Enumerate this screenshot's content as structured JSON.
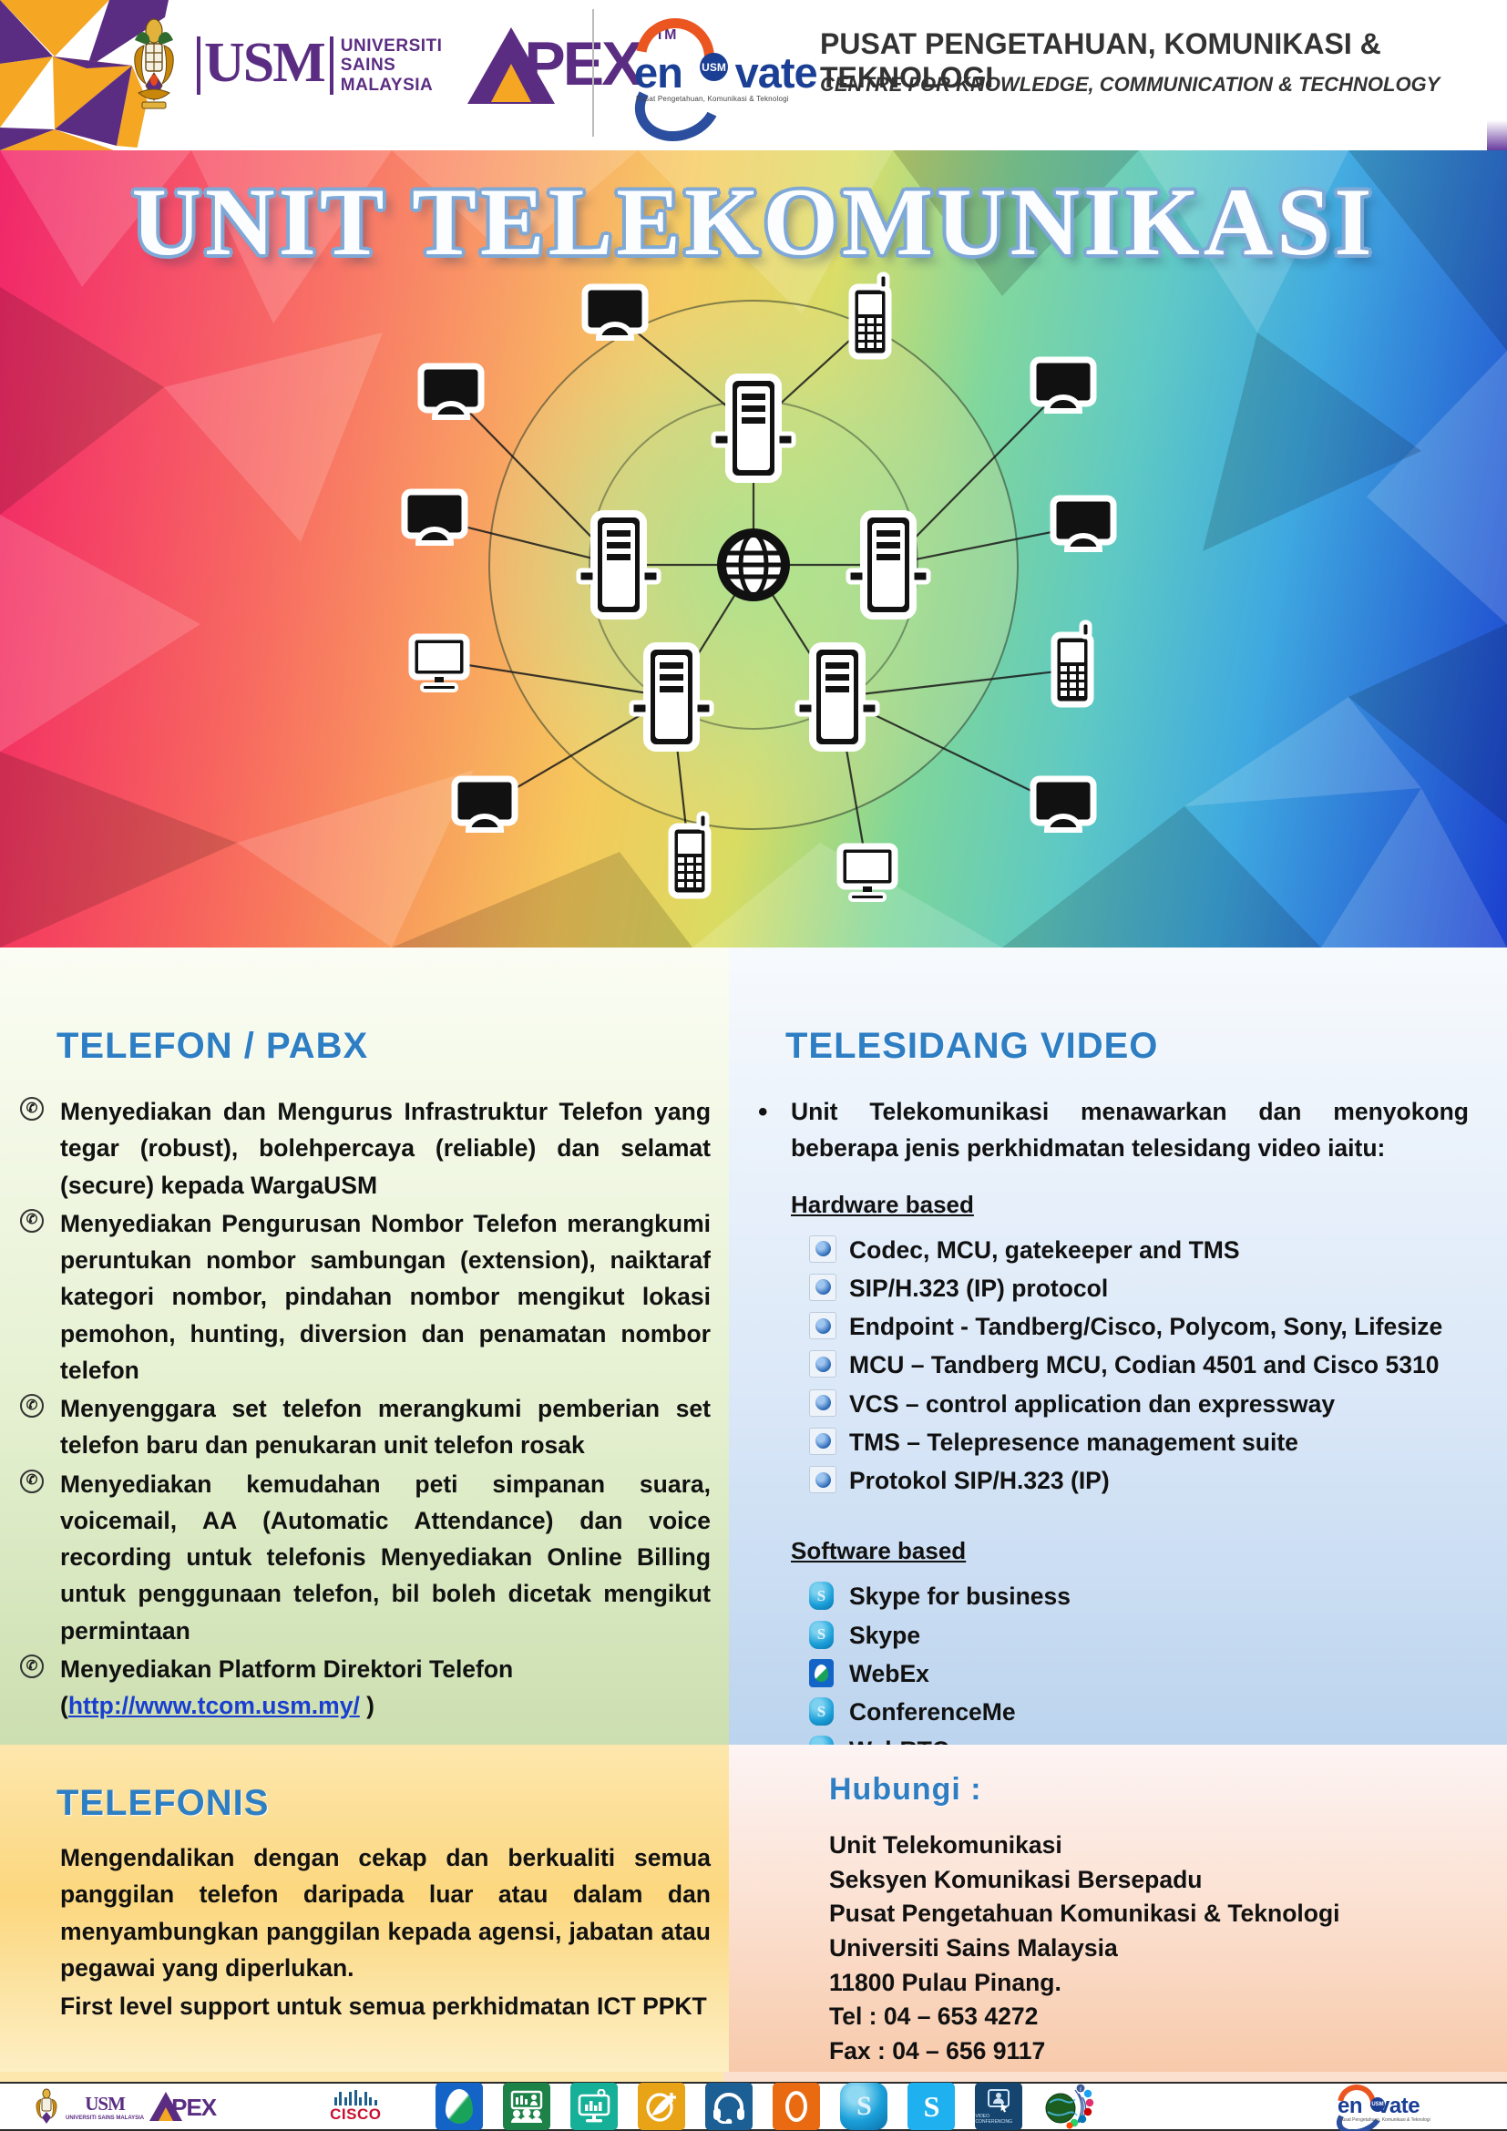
{
  "header": {
    "usm": {
      "letters": "USM",
      "line1": "UNIVERSITI",
      "line2": "SAINS",
      "line3": "MALAYSIA"
    },
    "apex": {
      "text": "PEX",
      "tm": "TM"
    },
    "enovate": {
      "word_a": "en",
      "word_o": "o",
      "word_b": "vate",
      "globe": "USM",
      "tagline": "Pusat Pengetahuan, Komunikasi & Teknologi"
    },
    "title_ms": "PUSAT PENGETAHUAN, KOMUNIKASI & TEKNOLOGI",
    "title_en": "CENTRE FOR KNOWLEDGE, COMMUNICATION & TECHNOLOGY"
  },
  "hero": {
    "title": "UNIT TELEKOMUNIKASI",
    "graphic_name": "network-topology-illustration"
  },
  "telefon": {
    "heading": "TELEFON / PABX",
    "items": [
      "Menyediakan dan Mengurus Infrastruktur Telefon yang tegar (robust), bolehpercaya (reliable) dan selamat (secure) kepada WargaUSM",
      "Menyediakan Pengurusan Nombor Telefon merangkumi peruntukan nombor sambungan (extension), naiktaraf kategori nombor, pindahan nombor mengikut lokasi pemohon, hunting, diversion dan penamatan nombor telefon",
      "Menyenggara set telefon merangkumi pemberian set telefon baru dan penukaran unit telefon rosak",
      "Menyediakan kemudahan peti simpanan suara, voicemail, AA (Automatic Attendance) dan voice recording untuk telefonis Menyediakan Online Billing untuk penggunaan telefon, bil boleh dicetak mengikut permintaan"
    ],
    "last_item_prefix": "Menyediakan Platform Direktori Telefon",
    "last_item_open": "(",
    "last_item_link": "http://www.tcom.usm.my/",
    "last_item_close": " )"
  },
  "telesidang": {
    "heading": "TELESIDANG VIDEO",
    "intro": "Unit Telekomunikasi menawarkan dan menyokong beberapa jenis perkhidmatan telesidang video iaitu:",
    "hardware_heading": "Hardware based",
    "hardware_items": [
      "Codec, MCU, gatekeeper and TMS",
      "SIP/H.323 (IP) protocol",
      "Endpoint - Tandberg/Cisco, Polycom, Sony, Lifesize",
      "MCU – Tandberg MCU, Codian 4501 and Cisco 5310",
      "VCS – control application dan expressway",
      "TMS – Telepresence management suite",
      "Protokol SIP/H.323 (IP)"
    ],
    "software_heading": "Software based",
    "software_items": [
      {
        "label": "Skype for business",
        "icon": "skype-icon"
      },
      {
        "label": "Skype",
        "icon": "skype-icon"
      },
      {
        "label": "WebEx",
        "icon": "webex-icon"
      },
      {
        "label": "ConferenceMe",
        "icon": "skype-icon"
      },
      {
        "label": "WebRTC",
        "icon": "skype-icon"
      }
    ]
  },
  "telefonis": {
    "heading": "TELEFONIS",
    "items": [
      "Mengendalikan dengan cekap dan berkualiti semua panggilan telefon daripada luar atau dalam dan menyambungkan panggilan kepada agensi, jabatan atau pegawai yang diperlukan.",
      "First level support untuk semua perkhidmatan ICT PPKT"
    ]
  },
  "hubungi": {
    "heading": "Hubungi :",
    "lines": [
      "Unit Telekomunikasi",
      "Seksyen Komunikasi Bersepadu",
      "Pusat Pengetahuan Komunikasi & Teknologi",
      "Universiti Sains Malaysia",
      "11800 Pulau Pinang.",
      "Tel : 04 – 653 4272",
      "Fax : 04 – 656 9117"
    ]
  },
  "footer": {
    "usm_apex_label": "UNIVERSITI SAINS MALAYSIA",
    "apex_label": "PEX",
    "cisco_label": "CISCO",
    "items": [
      {
        "name": "usm-apex-logo"
      },
      {
        "name": "cisco-logo"
      },
      {
        "name": "webex-icon"
      },
      {
        "name": "conference-room-icon"
      },
      {
        "name": "video-monitor-icon"
      },
      {
        "name": "webex-plus-icon"
      },
      {
        "name": "headset-icon"
      },
      {
        "name": "webex-orange-icon"
      },
      {
        "name": "skype-3d-icon"
      },
      {
        "name": "skype-flat-icon"
      },
      {
        "name": "video-conferencing-icon"
      },
      {
        "name": "global-network-icon"
      },
      {
        "name": "enovate-logo"
      }
    ],
    "video_conf_caption": "VIDEO CONFERENCING"
  },
  "colors": {
    "usm_purple": "#5B2D82",
    "usm_orange": "#F5A623",
    "accent_blue": "#2e7ec4",
    "link_blue": "#1a3fd0",
    "cisco_red": "#c8102e"
  }
}
